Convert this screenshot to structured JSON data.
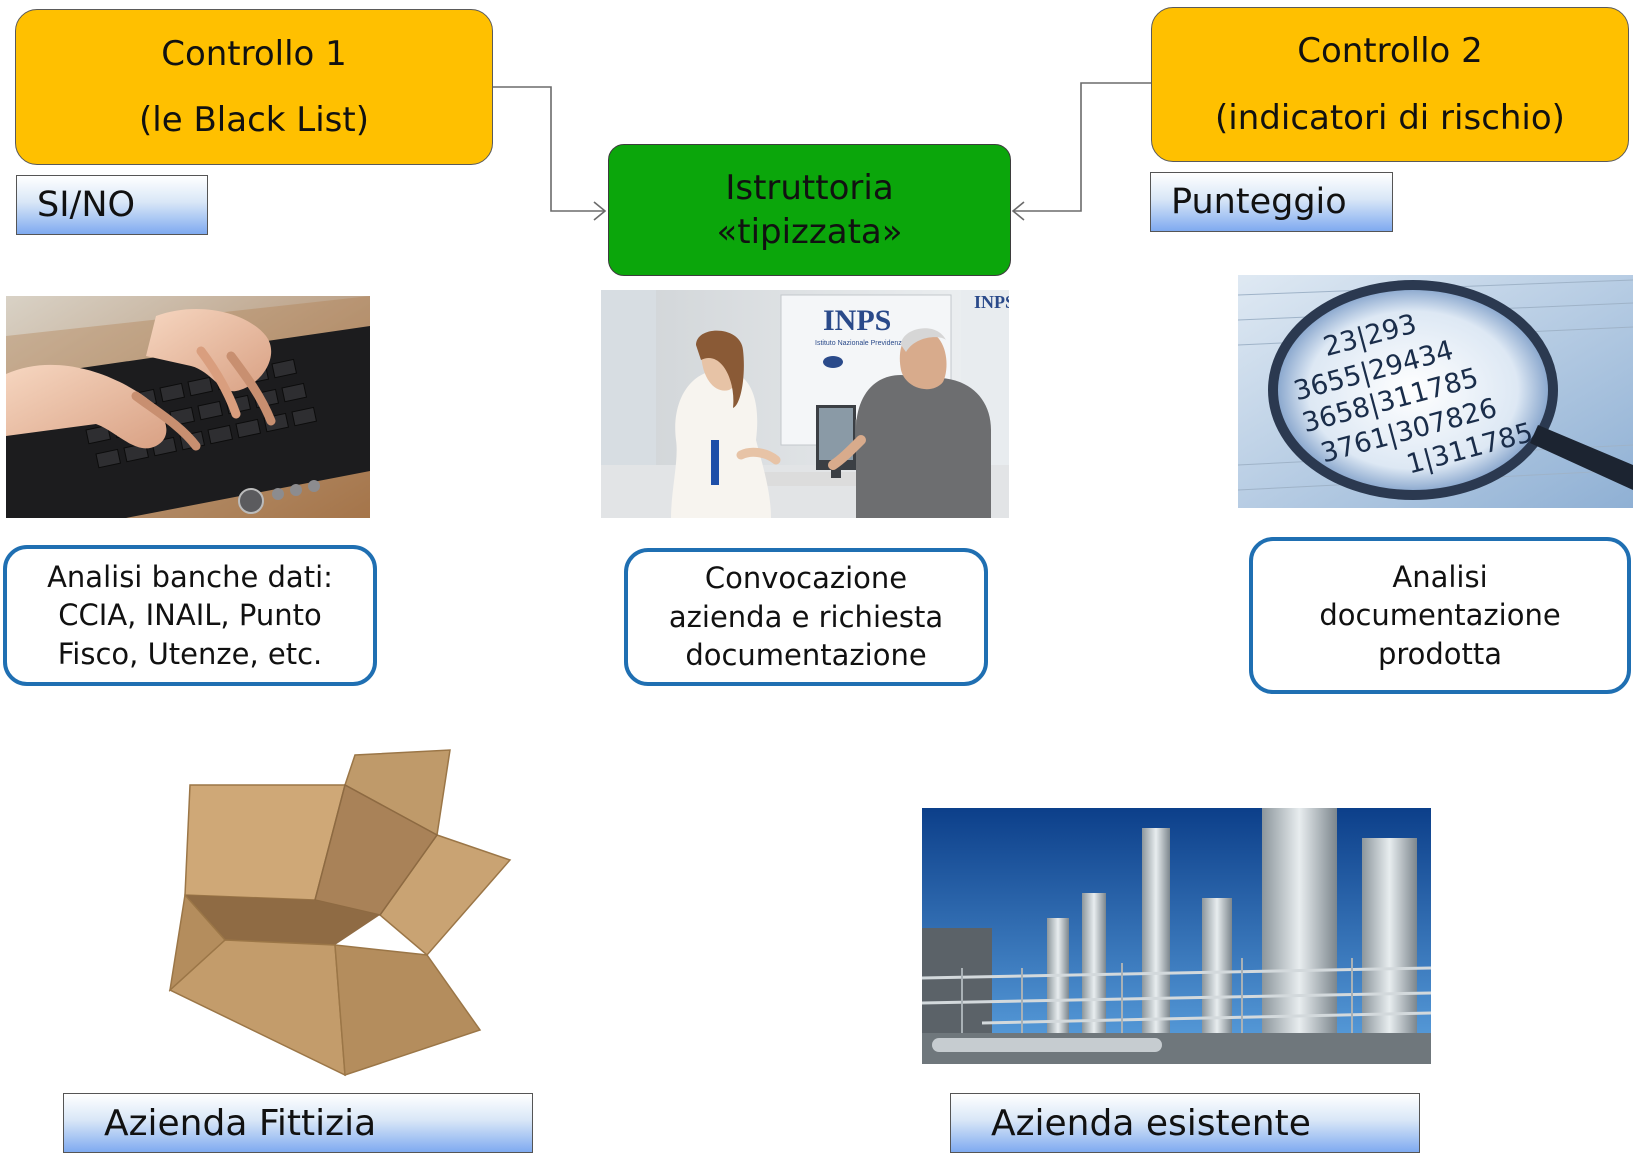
{
  "controllo1": {
    "line1": "Controllo 1",
    "line2": "(le Black List)"
  },
  "controllo2": {
    "line1": "Controllo 2",
    "line2": "(indicatori di rischio)"
  },
  "istruttoria": {
    "line1": "Istruttoria",
    "line2": "«tipizzata»"
  },
  "tags": {
    "sino": "SI/NO",
    "punteggio": "Punteggio",
    "fittizia": "Azienda Fittizia",
    "esistente": "Azienda esistente"
  },
  "notes": {
    "left": [
      "Analisi banche dati:",
      "CCIA, INAIL, Punto",
      "Fisco, Utenze, etc."
    ],
    "center": [
      "Convocazione",
      "azienda e richiesta",
      "documentazione"
    ],
    "right": [
      "Analisi",
      "documentazione",
      "prodotta"
    ]
  },
  "photos": {
    "inps_logo": "INPS",
    "inps_logo_small": "INPS",
    "inps_sub": "Istituto Nazionale Previdenza Sociale",
    "magnifier_lines": [
      "23|293",
      "3655|29434",
      "3658|311785",
      "3761|307826",
      "1|311785"
    ]
  },
  "colors": {
    "orange": "#FFC000",
    "green": "#0BA60B",
    "note_border": "#1f6fb2"
  }
}
